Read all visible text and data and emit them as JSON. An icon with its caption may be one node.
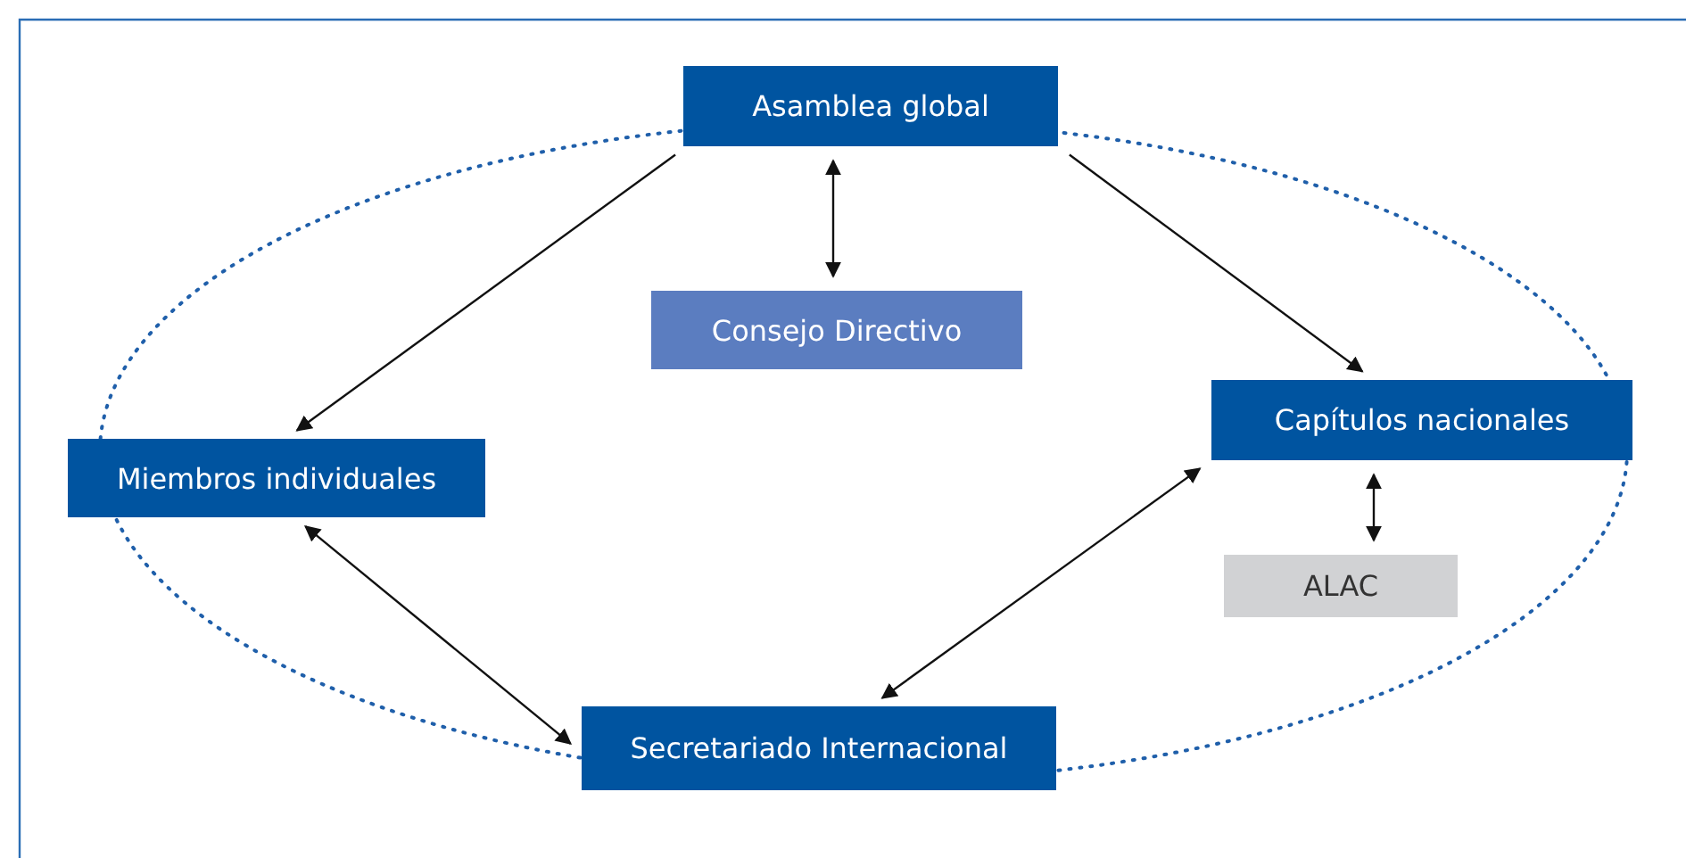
{
  "diagram": {
    "nodes": [
      {
        "text": [
          "Asamblea global"
        ]
      },
      {
        "text": [
          "Consejo Directivo"
        ]
      },
      {
        "text": [
          "Miembros individuales"
        ]
      },
      {
        "text": [
          "Capítulos nacionales"
        ]
      },
      {
        "text": [
          "ALAC"
        ]
      },
      {
        "text": [
          "Secretariado Internacional"
        ]
      }
    ],
    "edges": [
      {
        "from": 0,
        "to": 2,
        "arrow": "to"
      },
      {
        "from": 0,
        "to": 1,
        "arrow": "both"
      },
      {
        "from": 0,
        "to": 3,
        "arrow": "to"
      },
      {
        "from": 3,
        "to": 4,
        "arrow": "both"
      },
      {
        "from": 2,
        "to": 5,
        "arrow": "both"
      },
      {
        "from": 3,
        "to": 5,
        "arrow": "both"
      }
    ]
  }
}
